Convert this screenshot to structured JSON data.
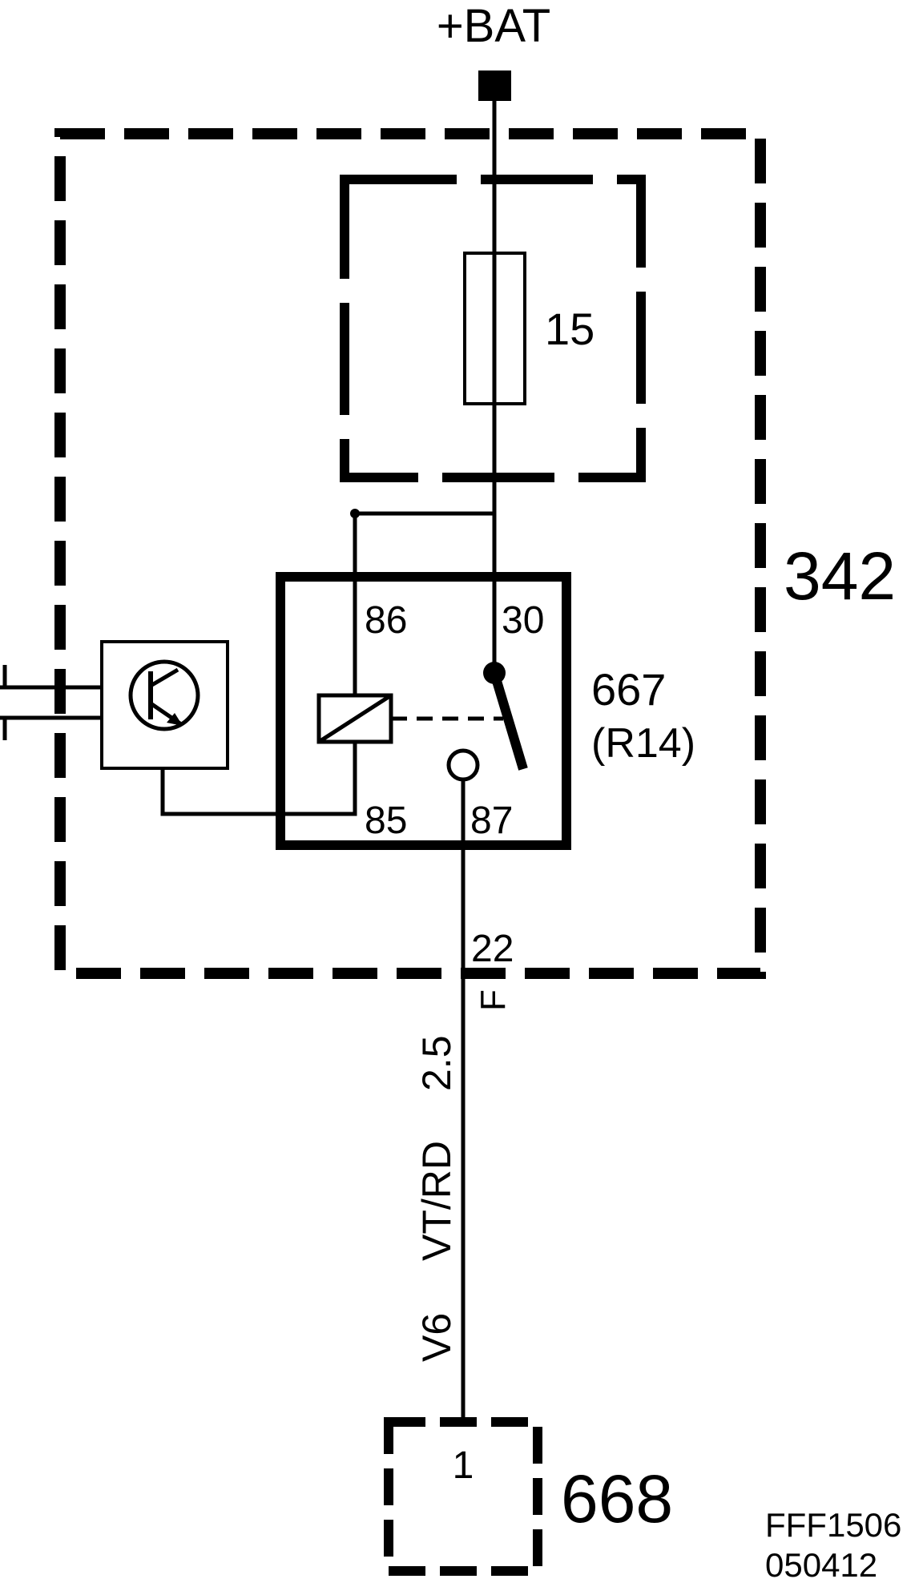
{
  "colors": {
    "ink": "#000000",
    "background": "#ffffff"
  },
  "supply": {
    "label": "+BAT"
  },
  "control_unit": {
    "id": "342"
  },
  "fuse": {
    "id": "15"
  },
  "relay": {
    "id": "667",
    "position": "(R14)",
    "pins": {
      "p86": "86",
      "p30": "30",
      "p85": "85",
      "p87": "87"
    }
  },
  "transistor": {
    "icon": "npn-transistor-icon"
  },
  "connector": {
    "pin": "22",
    "name": "F"
  },
  "wire": {
    "code": "V6",
    "color": "VT/RD",
    "size": "2.5"
  },
  "load": {
    "id": "668",
    "pin": "1"
  },
  "figure": {
    "code": "FFF1506",
    "date": "050412"
  }
}
